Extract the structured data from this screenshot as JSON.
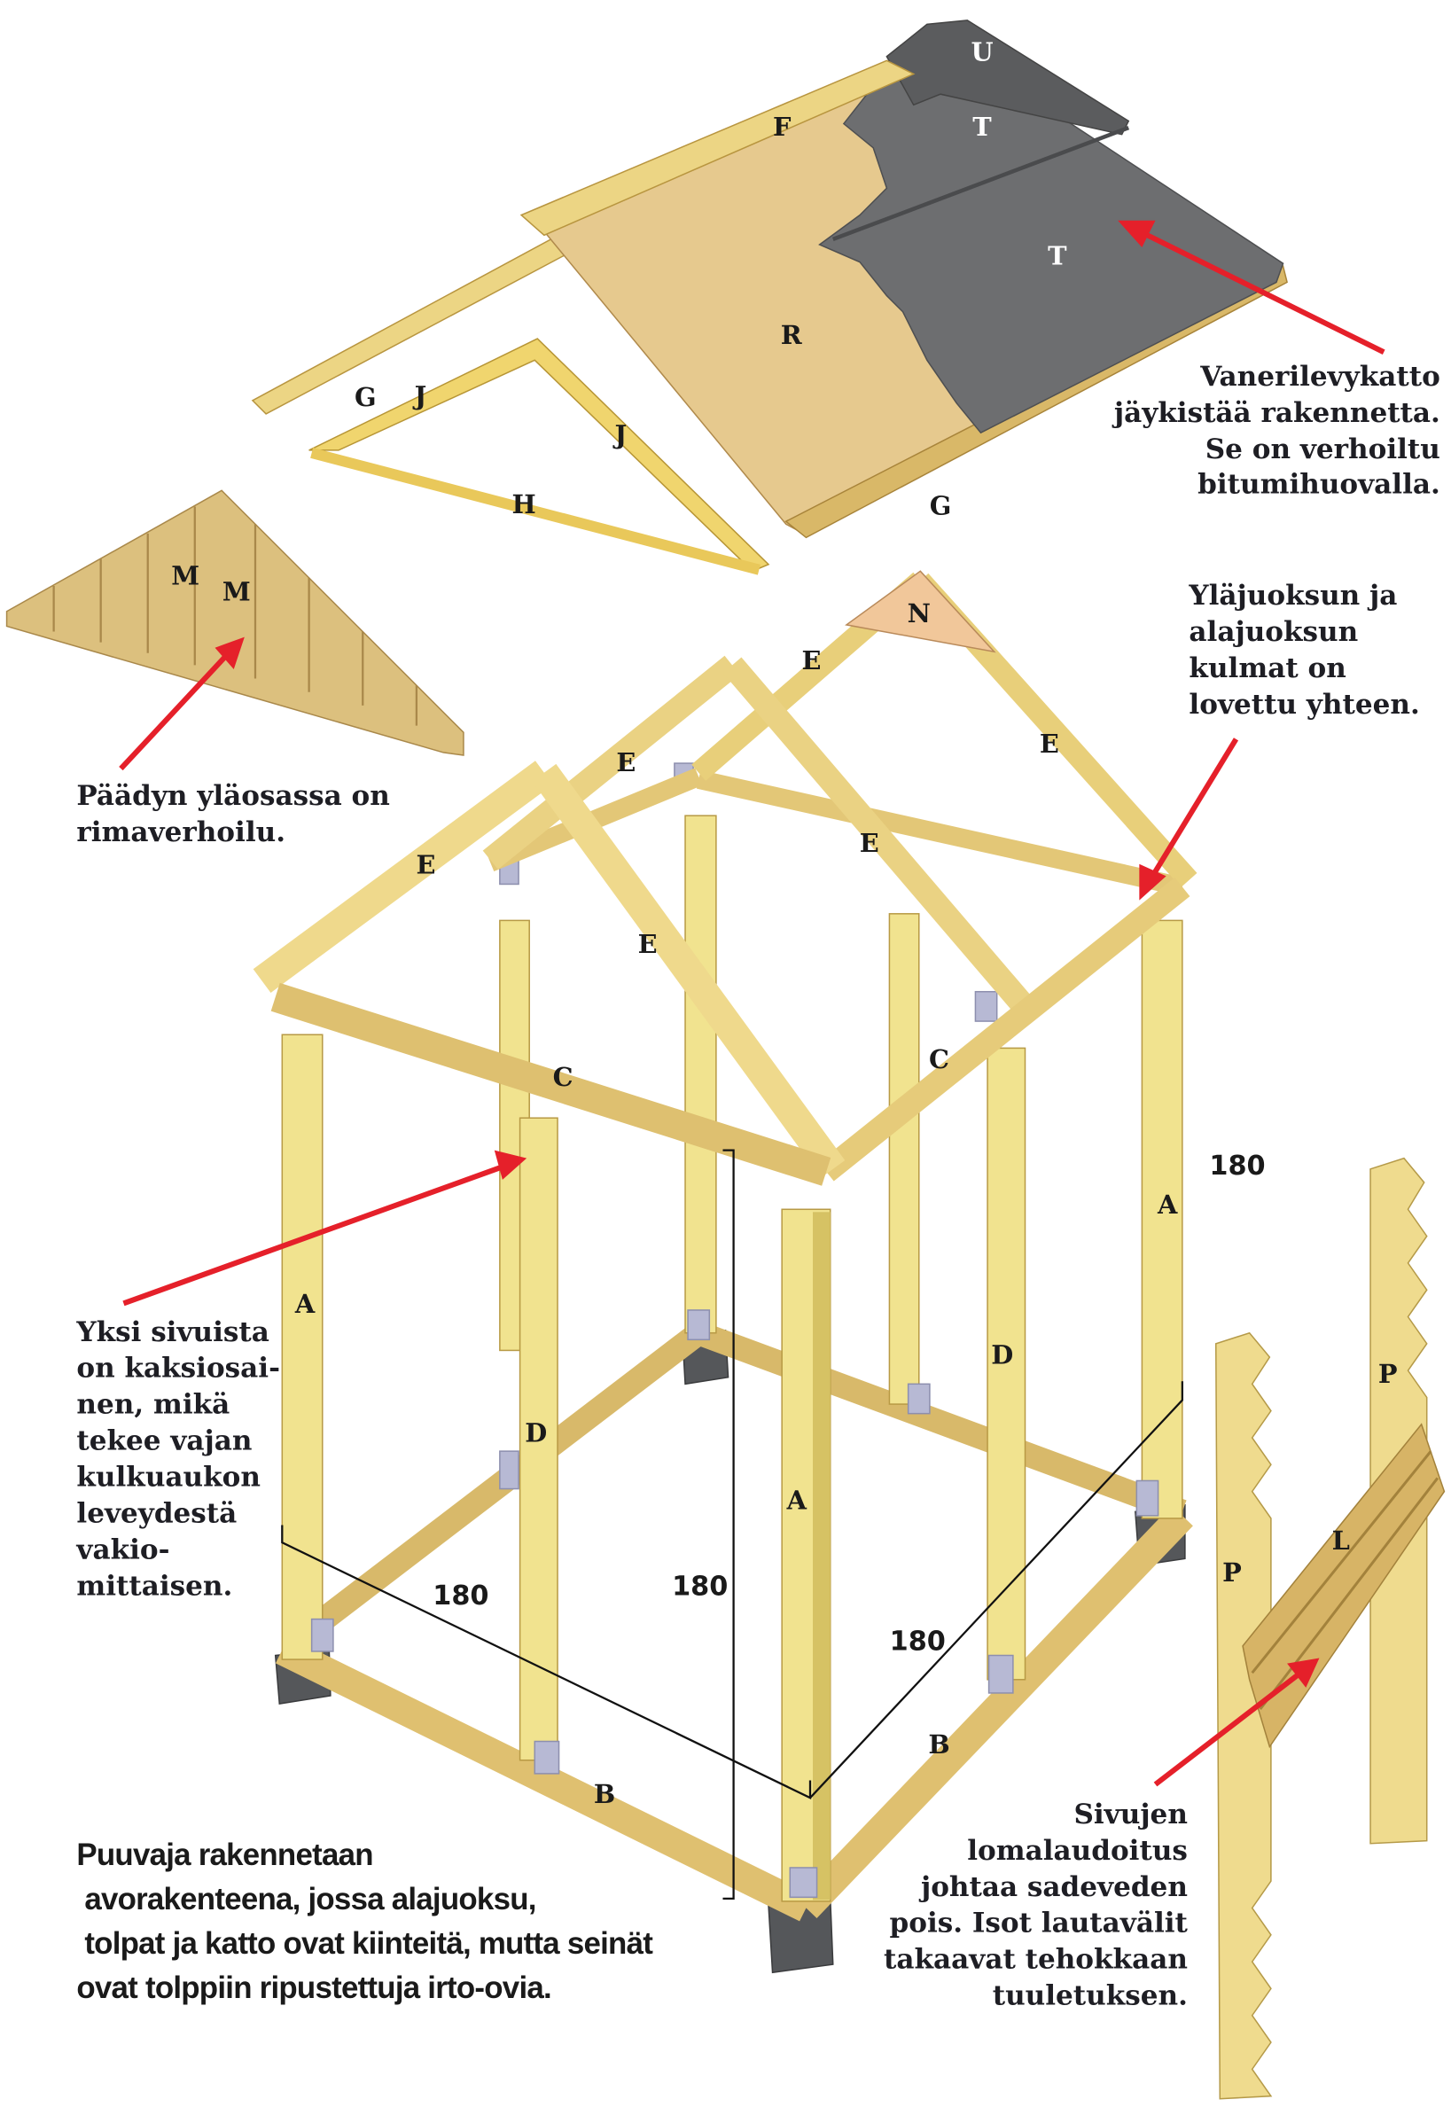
{
  "part_labels": {
    "U": "U",
    "T1": "T",
    "T2": "T",
    "F": "F",
    "R": "R",
    "G1": "G",
    "G2": "G",
    "J1": "J",
    "J2": "J",
    "H": "H",
    "M1": "M",
    "M2": "M",
    "N": "N",
    "E1": "E",
    "E2": "E",
    "E3": "E",
    "E4": "E",
    "E5": "E",
    "E6": "E",
    "C1": "C",
    "C2": "C",
    "A1": "A",
    "A2": "A",
    "A3": "A",
    "D1": "D",
    "D2": "D",
    "B1": "B",
    "B2": "B",
    "P1": "P",
    "P2": "P",
    "L": "L"
  },
  "dimensions": {
    "height_right": "180",
    "width_front": "180",
    "height_center": "180",
    "depth_side": "180"
  },
  "captions": {
    "roof": [
      "Vanerilevykatto",
      "jäykistää rakennetta.",
      "Se on verhoiltu",
      "bitumihuovalla."
    ],
    "corners": [
      "Yläjuoksun ja",
      "alajuoksun",
      "kulmat on",
      "lovettu yhteen."
    ],
    "gable": [
      "Päädyn yläosassa on",
      "rimaverhoilu."
    ],
    "side": [
      "Yksi sivuista",
      "on kaksiosai-",
      "nen, mikä",
      "tekee vajan",
      "kulkuaukon",
      "leveydestä",
      "vakio-",
      "mittaisen."
    ],
    "main": [
      "Puuvaja rakennetaan",
      " avorakenteena, jossa alajuoksu,",
      " tolpat ja katto ovat kiinteitä, mutta seinät",
      "ovat tolppiin ripustettuja irto-ovia."
    ],
    "siding": [
      "Sivujen",
      "lomalaudoitus",
      "johtaa sadeveden",
      "pois. Isot lautavälit",
      "takaavat tehokkaan",
      "tuuletuksen."
    ]
  },
  "colors": {
    "wood": "#ecd584",
    "roofing": "#6d6e70",
    "arrow": "#e5202a",
    "bracket": "#b7b9d4"
  }
}
